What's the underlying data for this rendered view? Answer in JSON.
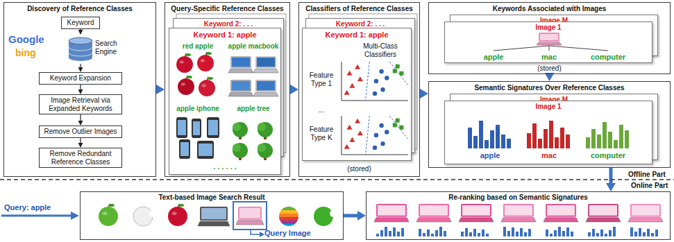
{
  "diagram": {
    "nodes": [
      {
        "text": [
          "Discovery of Reference Classes"
        ]
      },
      {
        "text": [
          "Keyword"
        ],
        "in": 0
      },
      {
        "text": [
          "Search Engine"
        ],
        "in": 0
      },
      {
        "text": [
          "Keyword Expansion"
        ],
        "in": 0
      },
      {
        "text": [
          "Image Retrieval via Expanded Keywords"
        ],
        "in": 0
      },
      {
        "text": [
          "Remove Outlier Images"
        ],
        "in": 0
      },
      {
        "text": [
          "Remove Redundant Reference Classes"
        ],
        "in": 0
      },
      {
        "text": [
          "Query-Specific Reference Classes"
        ]
      },
      {
        "text": [
          "Keyword 2: . . ."
        ],
        "in": 7
      },
      {
        "text": [
          "Keyword 1: apple",
          "red apple",
          "apple macbook",
          "apple iphone",
          "apple tree",
          ". . . . . ."
        ],
        "in": 7
      },
      {
        "text": [
          "Classifiers of Reference Classes",
          "(stored)"
        ]
      },
      {
        "text": [
          "Keyword 2: . . ."
        ],
        "in": 10
      },
      {
        "text": [
          "Keyword 1: apple",
          "Multi-Class Classifiers",
          "Feature Type 1",
          "...",
          "Feature Type K"
        ],
        "in": 10
      },
      {
        "text": [
          "Keywords Associated with Images",
          "(stored)"
        ]
      },
      {
        "text": [
          "Image M"
        ],
        "in": 13
      },
      {
        "text": [
          "Image 1",
          "apple",
          "mac",
          "computer"
        ],
        "in": 13
      },
      {
        "text": [
          "Semantic Signatures Over Reference Classes"
        ]
      },
      {
        "text": [
          "Image M"
        ],
        "in": 16
      },
      {
        "text": [
          "Image 1",
          "apple",
          "mac",
          "computer"
        ],
        "in": 16
      },
      {
        "text": [
          "Text-based Image Search Result"
        ]
      },
      {
        "text": [
          "Re-ranking based on Semantic Signatures"
        ]
      }
    ],
    "edges": [
      {
        "from": 1,
        "to": 2,
        "arrow": "to"
      },
      {
        "from": 2,
        "to": 3,
        "arrow": "to"
      },
      {
        "from": 3,
        "to": 4,
        "arrow": "to"
      },
      {
        "from": 4,
        "to": 5,
        "arrow": "to"
      },
      {
        "from": 5,
        "to": 6,
        "arrow": "to"
      },
      {
        "from": 0,
        "to": 7,
        "arrow": "to"
      },
      {
        "from": 7,
        "to": 10,
        "arrow": "to"
      },
      {
        "from": 10,
        "to": 16,
        "arrow": "to"
      },
      {
        "from": 13,
        "to": 16,
        "arrow": "to"
      },
      {
        "from": 16,
        "to": 20,
        "arrow": "to"
      },
      {
        "from": 19,
        "to": 20,
        "arrow": "to"
      }
    ],
    "labels": [
      "Google",
      "bing",
      "Offline Part",
      "Online Part",
      "Query: apple",
      "Query Image"
    ]
  }
}
